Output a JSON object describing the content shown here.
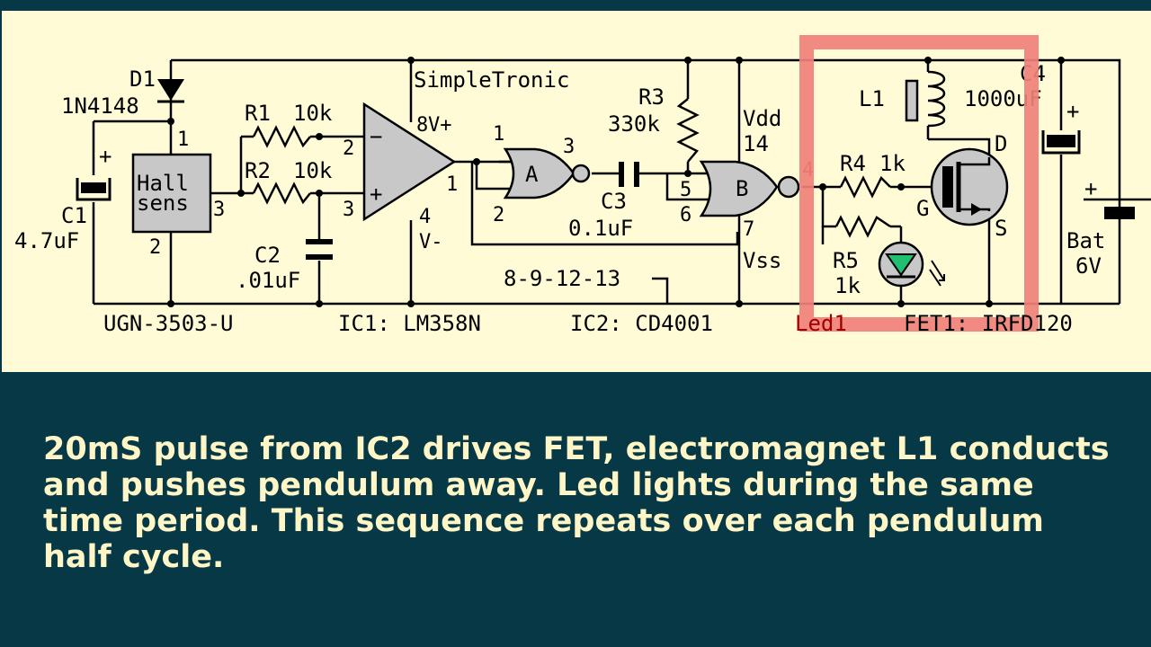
{
  "colors": {
    "schematic_bg": "#fffbd7",
    "page_bg": "#063845",
    "caption_text": "#fff6c7",
    "highlight_box": "#f0807a",
    "component_fill": "#c8c8c8",
    "led_fill": "#20c070",
    "red_pin_label": "#a00000"
  },
  "schematic": {
    "brand": "SimpleTronic",
    "d1": {
      "name": "D1",
      "value": "1N4148"
    },
    "c1": {
      "name": "C1",
      "value": "4.7uF",
      "polarity": "+"
    },
    "hall": {
      "line1": "Hall",
      "line2": "sens",
      "pin1": "1",
      "pin2": "2",
      "pin3": "3"
    },
    "r1": {
      "name": "R1",
      "value": "10k"
    },
    "r2": {
      "name": "R2",
      "value": "10k"
    },
    "c2": {
      "name": "C2",
      "value": ".01uF"
    },
    "opamp": {
      "pin2": "2",
      "pin3": "3",
      "pin8": "8",
      "vplus": "V+",
      "pin1": "1",
      "pin4": "4",
      "vminus": "V-",
      "minus": "−",
      "plus": "+"
    },
    "gate_a": {
      "letter": "A",
      "pin1": "1",
      "pin2": "2",
      "pin3": "3"
    },
    "c3": {
      "name": "C3",
      "value": "0.1uF"
    },
    "r3": {
      "name": "R3",
      "value": "330k"
    },
    "gate_b": {
      "letter": "B",
      "pin5": "5",
      "pin6": "6",
      "pin4": "4",
      "pin7": "7",
      "vdd": "Vdd",
      "pin14": "14",
      "vss": "Vss"
    },
    "r4": {
      "name": "R4",
      "value": "1k"
    },
    "r5": {
      "name": "R5",
      "value": "1k"
    },
    "l1": {
      "name": "L1"
    },
    "fet": {
      "g": "G",
      "d": "D",
      "s": "S"
    },
    "c4": {
      "name": "C4",
      "value": "1000uF",
      "polarity": "+"
    },
    "bat": {
      "name": "Bat",
      "value": "6V",
      "polarity": "+"
    },
    "unused_pins": "8-9-12-13",
    "parts": [
      "UGN-3503-U",
      "IC1: LM358N",
      "IC2: CD4001",
      "Led1",
      "FET1: IRFD120"
    ]
  },
  "caption": "20mS pulse from IC2 drives FET, electromagnet L1 conducts and pushes pendulum away. Led lights during the same time period. This sequence repeats over each pendulum half cycle."
}
